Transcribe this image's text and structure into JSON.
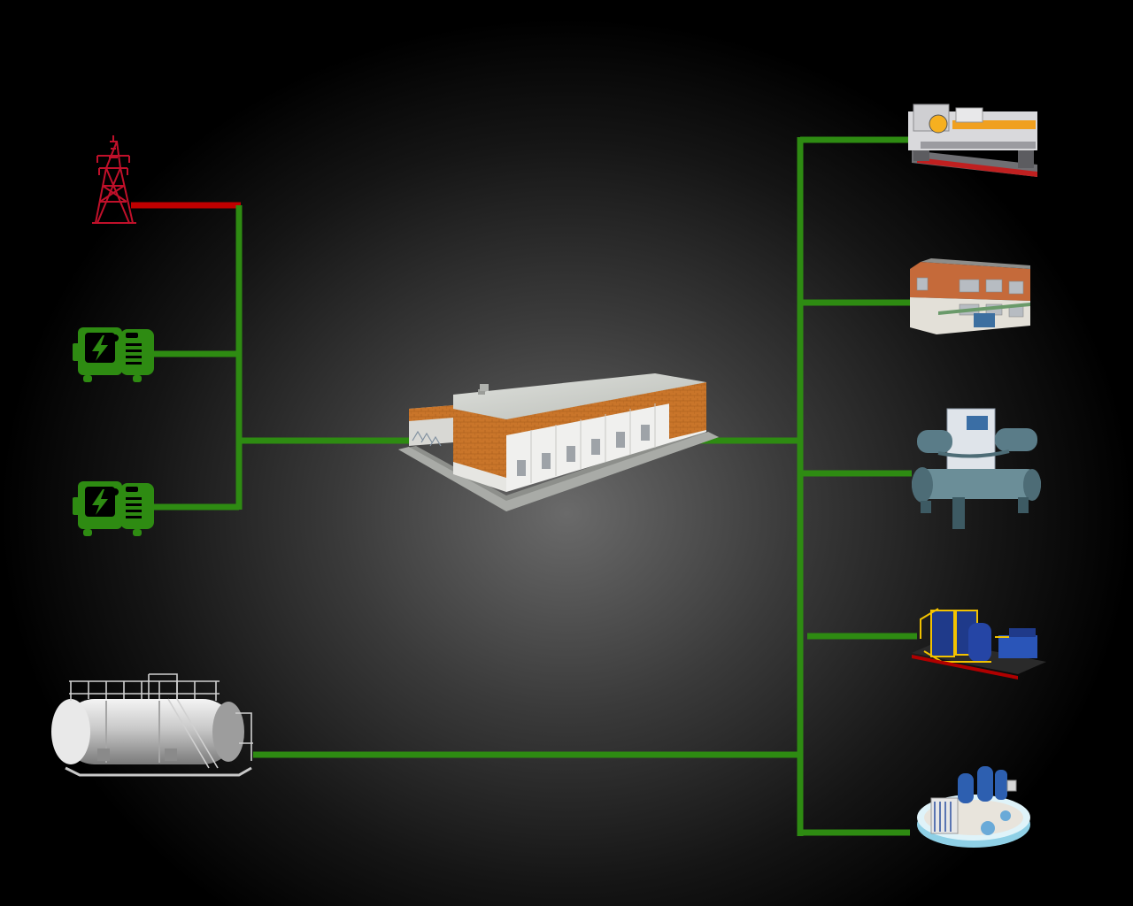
{
  "colors": {
    "background": "#000000",
    "power_line": "#2e8b12",
    "grid_line": "#c00000",
    "generator": "#2e8b12",
    "tower": "#c0102a"
  },
  "nodes": {
    "sources": [
      {
        "icon": "transmission-tower-icon",
        "line_color": "red"
      },
      {
        "icon": "generator-icon",
        "line_color": "green"
      },
      {
        "icon": "generator-icon",
        "line_color": "green"
      }
    ],
    "center": {
      "icon": "factory-building-icon"
    },
    "storage": {
      "icon": "boiler-tank-icon"
    },
    "loads": [
      {
        "icon": "lathe-machine-icon"
      },
      {
        "icon": "office-building-icon"
      },
      {
        "icon": "chiller-unit-icon"
      },
      {
        "icon": "compressor-skid-icon"
      },
      {
        "icon": "water-treatment-icon"
      }
    ]
  }
}
